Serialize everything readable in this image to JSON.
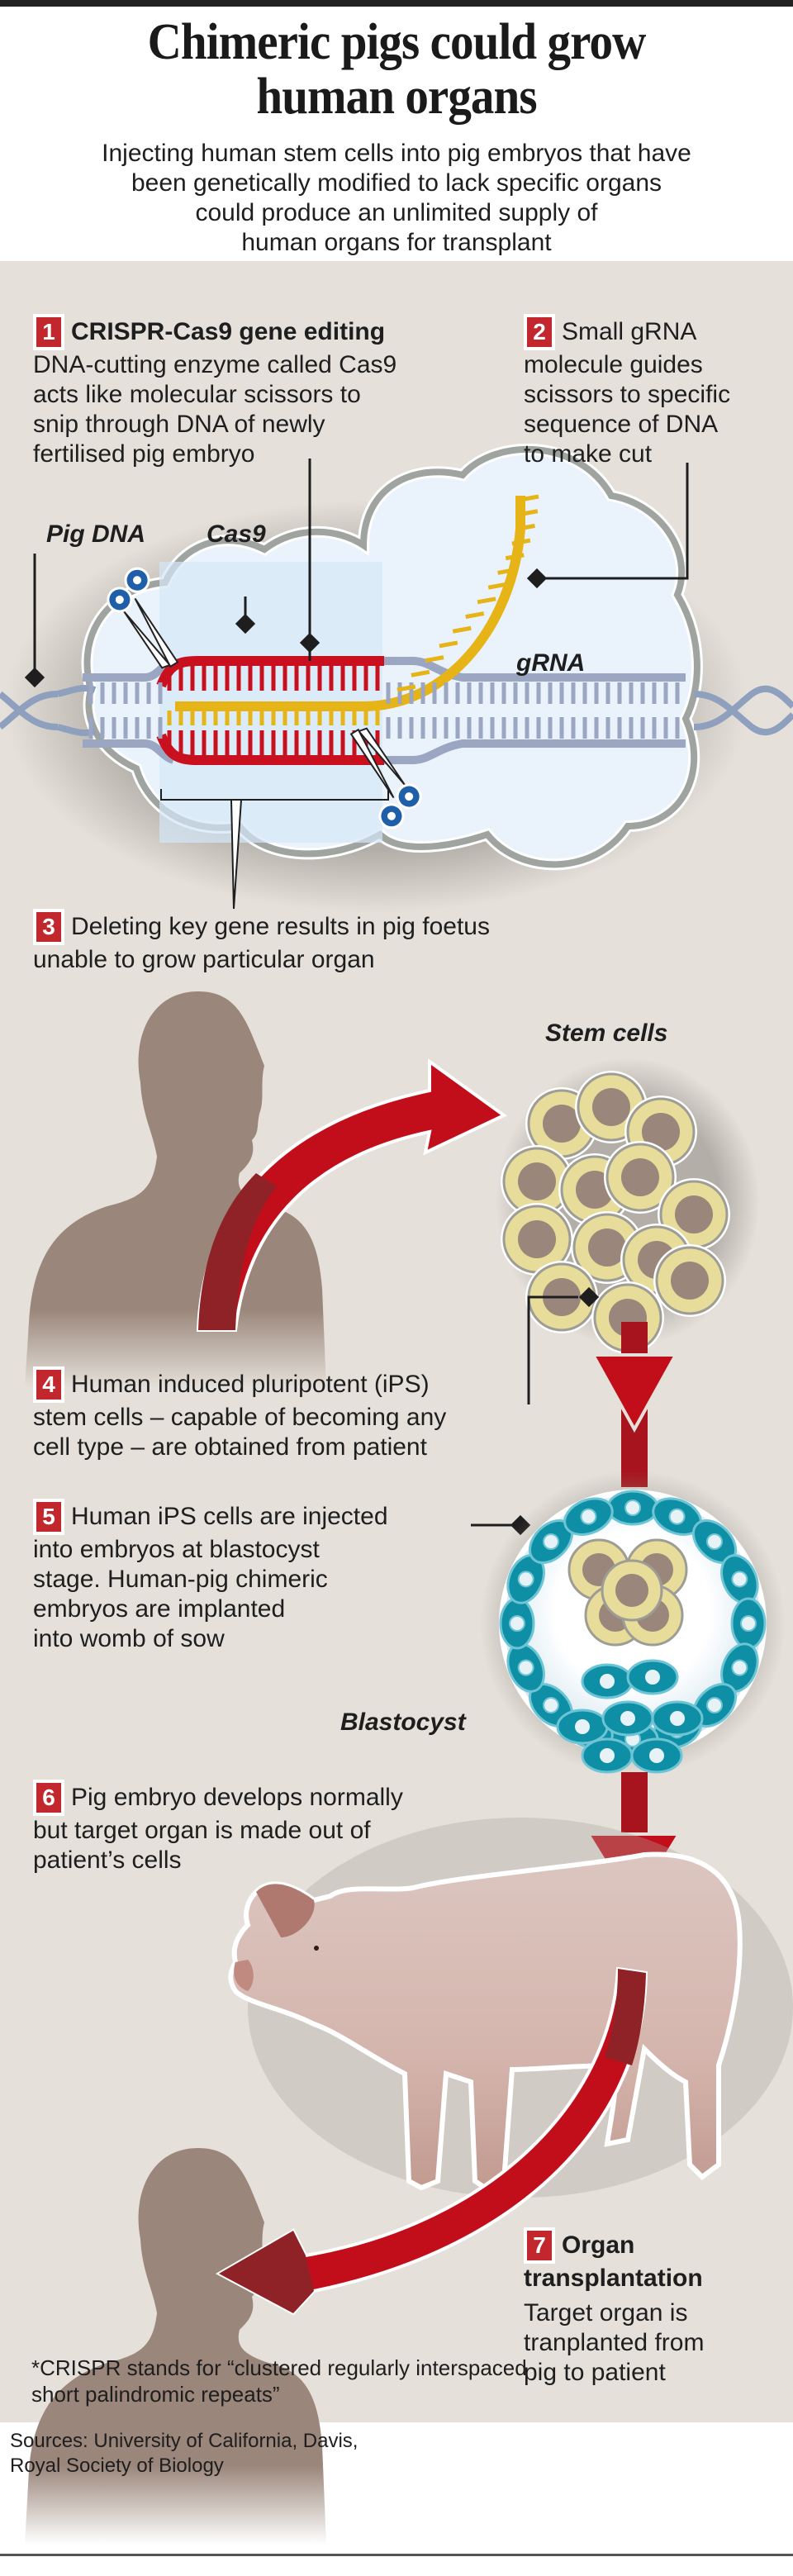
{
  "header": {
    "title_line1": "Chimeric pigs could grow",
    "title_line2": "human organs",
    "subtitle_lines": [
      "Injecting human stem cells into pig embryos that have",
      "been genetically modified to lack specific organs",
      "could produce an unlimited supply of",
      "human organs for transplant"
    ]
  },
  "steps": [
    {
      "number": "1",
      "heading": "CRISPR-Cas9 gene editing",
      "lines": [
        "DNA-cutting enzyme called Cas9",
        "acts like molecular scissors to",
        "snip through DNA of newly",
        "fertilised pig embryo"
      ]
    },
    {
      "number": "2",
      "lines": [
        "Small gRNA",
        "molecule guides",
        "scissors to specific",
        "sequence of DNA",
        "to make cut"
      ]
    },
    {
      "number": "3",
      "lines": [
        "Deleting key gene results in pig foetus",
        "unable to grow particular organ"
      ]
    },
    {
      "number": "4",
      "lines": [
        "Human induced pluripotent (iPS)",
        "stem cells – capable of becoming any",
        "cell type – are obtained from patient"
      ]
    },
    {
      "number": "5",
      "lines": [
        "Human iPS cells are injected",
        "into embryos at blastocyst",
        "stage. Human-pig chimeric",
        "embryos are implanted",
        "into womb of sow"
      ]
    },
    {
      "number": "6",
      "lines": [
        "Pig embryo develops normally",
        "but target organ is made out of",
        "patient’s cells"
      ]
    },
    {
      "number": "7",
      "heading_lines": [
        "Organ",
        "transplantation"
      ],
      "lines": [
        "Target organ is",
        "tranplanted from",
        "pig to patient"
      ]
    }
  ],
  "labels": {
    "pig_dna": "Pig DNA",
    "cas9": "Cas9",
    "grna": "gRNA",
    "stem_cells": "Stem cells",
    "blastocyst": "Blastocyst"
  },
  "footnote_lines": [
    "*CRISPR stands for “clustered regularly interspaced",
    "short palindromic repeats”"
  ],
  "sources_lines": [
    "Sources: University of California, Davis,",
    "Royal Society of Biology"
  ],
  "colors": {
    "accent_red": "#c1272d",
    "panel_bg": "#e5e1da",
    "dna_strand": "#9aa6c2",
    "cut_dna": "#c8101e",
    "grna": "#e6b417",
    "silhouette": "#9a867a",
    "cell_cytoplasm": "#e8dc9a",
    "cell_nucleus": "#9a867a",
    "blastocyst_cell": "#0f8fa6"
  }
}
